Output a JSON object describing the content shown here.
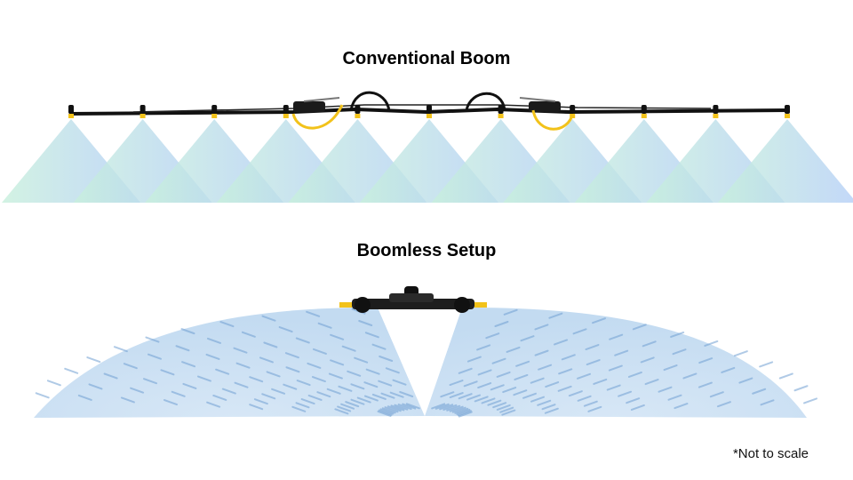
{
  "diagram": {
    "conventional": {
      "title": "Conventional Boom",
      "nozzle_count": 11
    },
    "boomless": {
      "title": "Boomless Setup"
    },
    "note": "*Not to scale"
  },
  "colors": {
    "spray_green": "#c8f0dc",
    "spray_blue": "#b4cef7",
    "boom": "#111111",
    "hose": "#f2c21a",
    "boomless_spray": "#9fc3e6"
  },
  "icons": {
    "nozzle": "nozzle-icon",
    "boomless_unit": "boomless-nozzle-icon"
  }
}
